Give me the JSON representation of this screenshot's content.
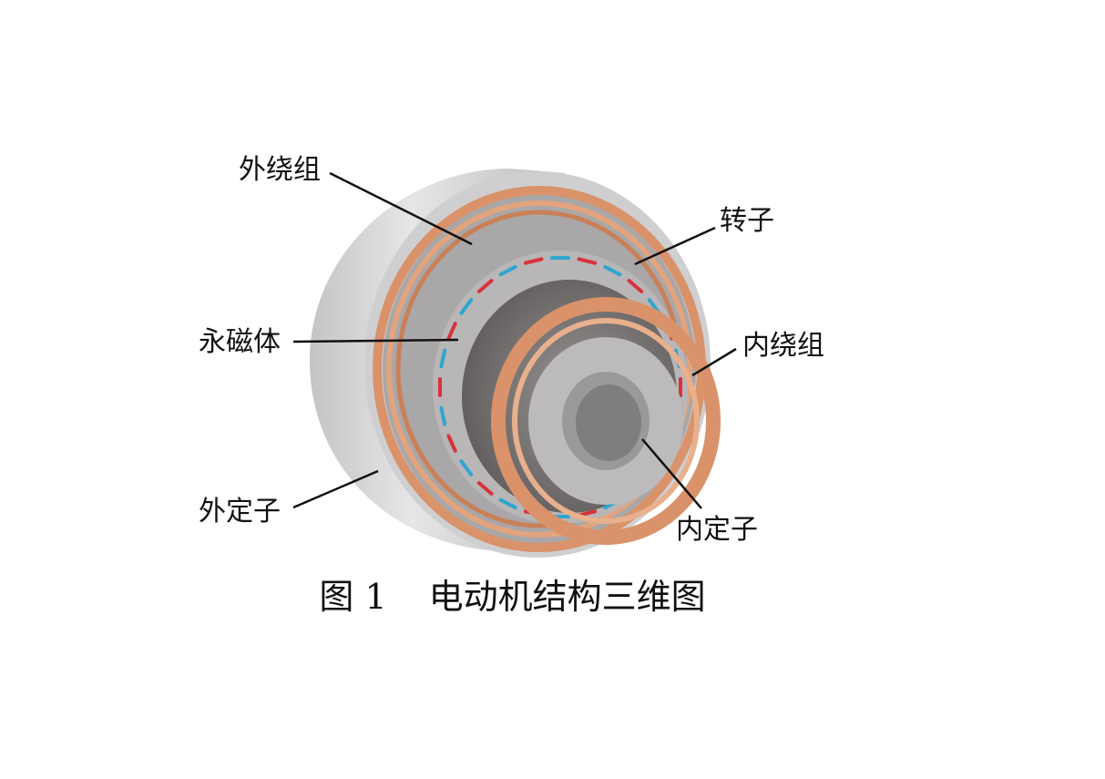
{
  "labels": {
    "outer_winding": "外绕组",
    "rotor": "转子",
    "permanent_magnet": "永磁体",
    "inner_winding": "内绕组",
    "outer_stator": "外定子",
    "inner_stator": "内定子"
  },
  "caption": {
    "figure_number": "图 1",
    "title": "电动机结构三维图"
  },
  "colors": {
    "housing": "#d2d2d4",
    "copper": "#d9926a",
    "magnet_red": "#d8323c",
    "magnet_blue": "#2fa6cf",
    "core_dark": "#6e6a6a"
  }
}
